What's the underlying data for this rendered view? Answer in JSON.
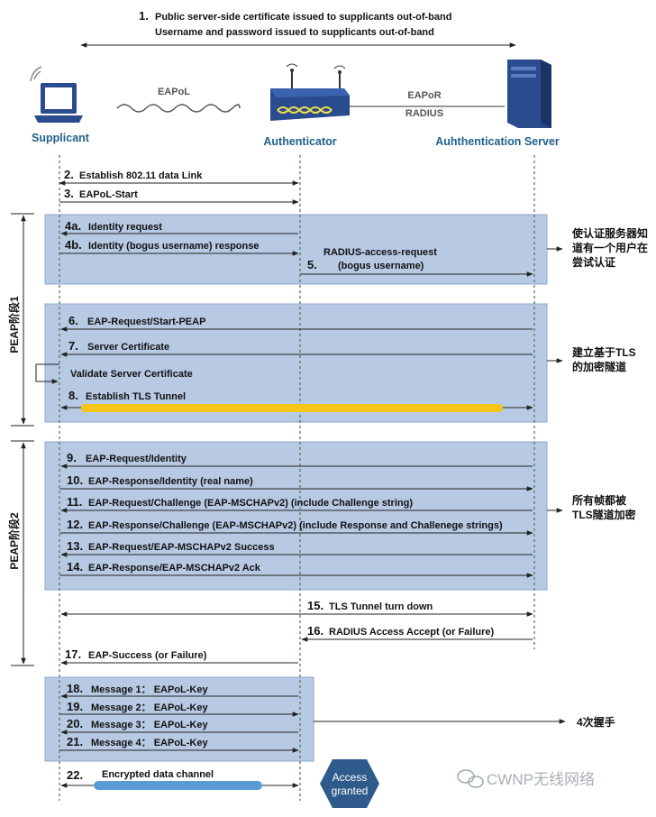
{
  "header": {
    "line1_num": "1.",
    "line1": "Public server-side certificate issued to supplicants out-of-band",
    "line2": "Username and password issued to supplicants out-of-band"
  },
  "entities": {
    "supplicant": "Supplicant",
    "authenticator": "Authenticator",
    "server": "Auhthentication Server"
  },
  "links": {
    "eapol": "EAPoL",
    "eapor": "EAPoR",
    "radius": "RADIUS"
  },
  "steps": {
    "s2": {
      "num": "2.",
      "text": "Establish 802.11 data Link"
    },
    "s3": {
      "num": "3.",
      "text": "EAPoL-Start"
    },
    "s4a": {
      "num": "4a.",
      "text": "Identity request"
    },
    "s4b": {
      "num": "4b.",
      "text": "Identity (bogus username) response"
    },
    "s5": {
      "num": "5.",
      "text": "RADIUS-access-request",
      "text2": "(bogus username)"
    },
    "s6": {
      "num": "6.",
      "text": "EAP-Request/Start-PEAP"
    },
    "s7": {
      "num": "7.",
      "text": "Server Certificate"
    },
    "validate": "Validate Server Certificate",
    "s8": {
      "num": "8.",
      "text": "Establish TLS Tunnel"
    },
    "s9": {
      "num": "9.",
      "text": "EAP-Request/Identity"
    },
    "s10": {
      "num": "10.",
      "text": "EAP-Response/Identity (real name)"
    },
    "s11": {
      "num": "11.",
      "text": "EAP-Request/Challenge (EAP-MSCHAPv2) (include Challenge string)"
    },
    "s12": {
      "num": "12.",
      "text": "EAP-Response/Challenge (EAP-MSCHAPv2) (include Response and Challenege strings)"
    },
    "s13": {
      "num": "13.",
      "text": "EAP-Request/EAP-MSCHAPv2 Success"
    },
    "s14": {
      "num": "14.",
      "text": "EAP-Response/EAP-MSCHAPv2 Ack"
    },
    "s15": {
      "num": "15.",
      "text": "TLS Tunnel turn down"
    },
    "s16": {
      "num": "16.",
      "text": "RADIUS Access Accept (or Failure)"
    },
    "s17": {
      "num": "17.",
      "text": "EAP-Success (or Failure)"
    },
    "s18": {
      "num": "18.",
      "text": "Message 1： EAPoL-Key"
    },
    "s19": {
      "num": "19.",
      "text": "Message 2： EAPoL-Key"
    },
    "s20": {
      "num": "20.",
      "text": "Message 3： EAPoL-Key"
    },
    "s21": {
      "num": "21.",
      "text": "Message 4： EAPoL-Key"
    },
    "s22": {
      "num": "22.",
      "text": "Encrypted  data channel"
    }
  },
  "phases": {
    "phase1": "PEAP阶段1",
    "phase2": "PEAP阶段2"
  },
  "notes": {
    "n1": [
      "使认证服务器知",
      "道有一个用户在",
      "尝试认证"
    ],
    "n2": [
      "建立基于TLS",
      "的加密隧道"
    ],
    "n3": [
      "所有帧都被",
      "TLS隧道加密"
    ],
    "n4": "4次握手"
  },
  "access": {
    "line1": "Access",
    "line2": "granted"
  },
  "watermark": "CWNP无线网络",
  "colors": {
    "panel_fill": "#b8c9e4",
    "panel_stroke": "#8fa8cf",
    "entity_text": "#1f5f8b",
    "tunnel": "#f5c518",
    "data_channel": "#5b9bd5",
    "access_fill": "#2e5a8c",
    "device": "#2b4b8f"
  }
}
